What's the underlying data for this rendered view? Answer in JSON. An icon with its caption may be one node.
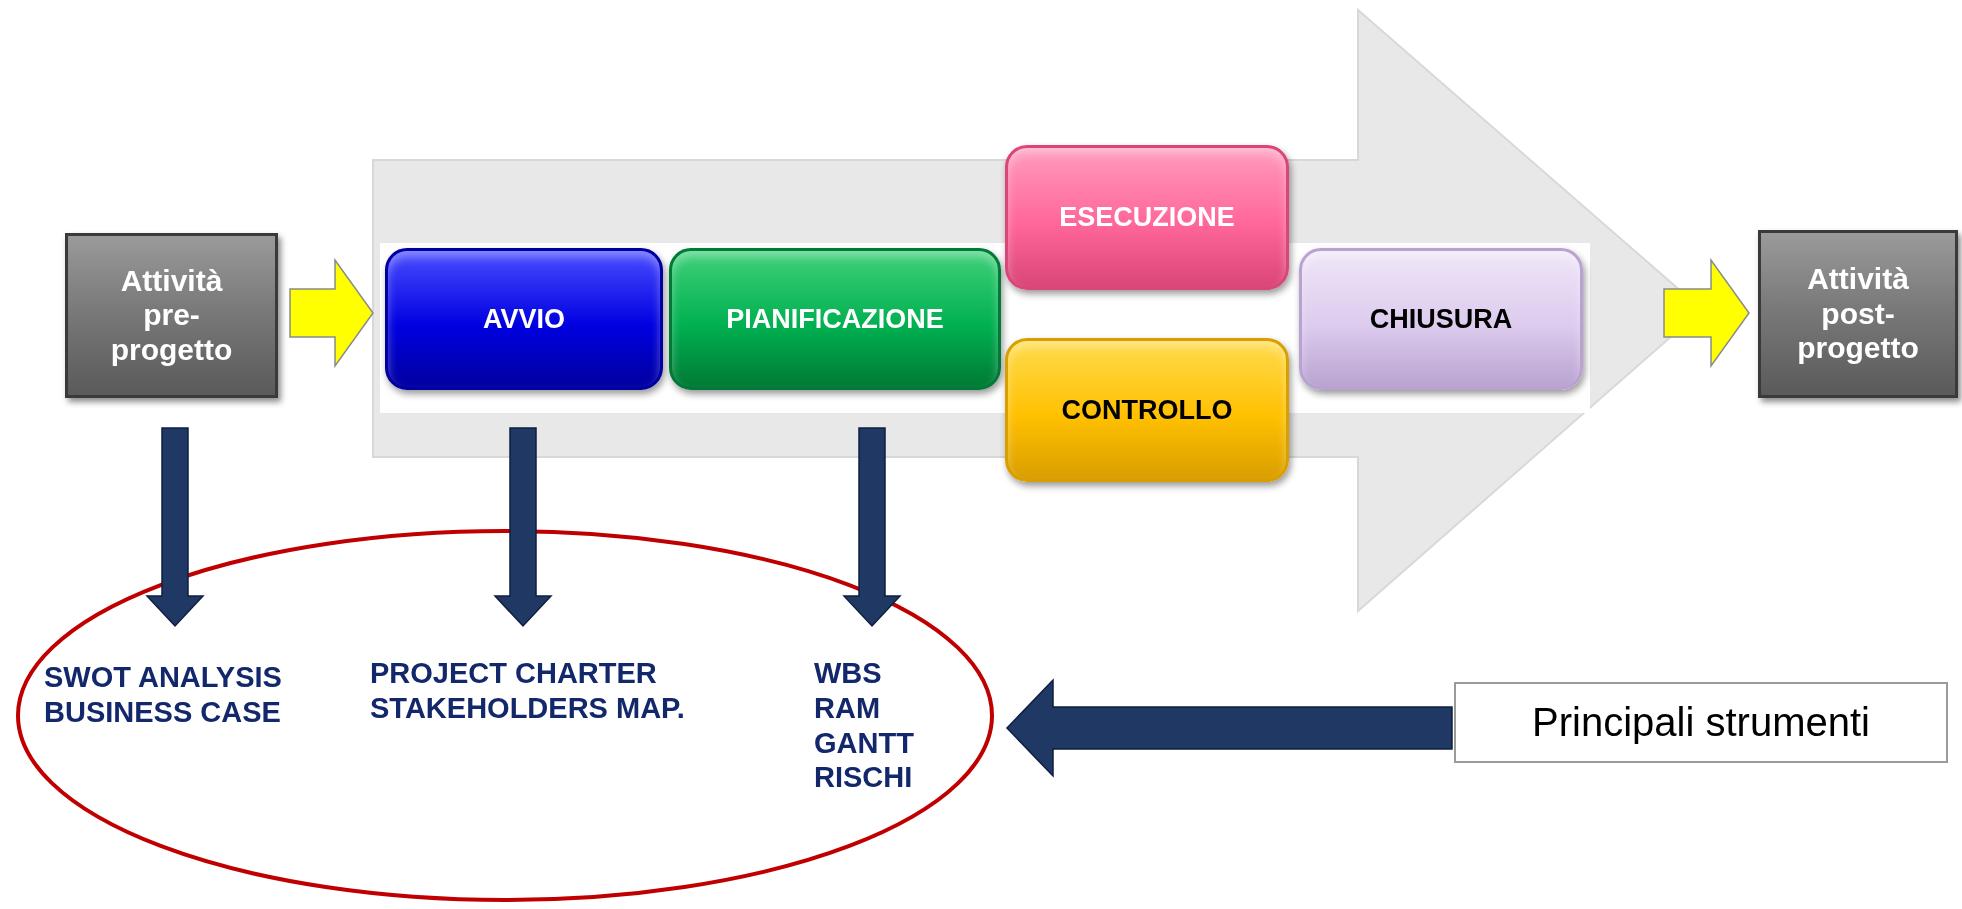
{
  "diagram": {
    "nodes": [
      {
        "text": [
          "Attività pre-progetto"
        ]
      },
      {
        "text": [],
        "shape": "arrow"
      },
      {
        "text": [
          "AVVIO"
        ],
        "in": 1
      },
      {
        "text": [
          "PIANIFICAZIONE"
        ],
        "in": 1
      },
      {
        "text": [
          "ESECUZIONE"
        ],
        "in": 1
      },
      {
        "text": [
          "CONTROLLO"
        ],
        "in": 1
      },
      {
        "text": [
          "CHIUSURA"
        ],
        "in": 1
      },
      {
        "text": [
          "Attività post-progetto"
        ]
      },
      {
        "text": [],
        "shape": "ellipse"
      },
      {
        "text": [
          "SWOT ANALYSIS",
          "BUSINESS CASE"
        ],
        "in": 8
      },
      {
        "text": [
          "PROJECT CHARTER",
          "STAKEHOLDERS MAP."
        ],
        "in": 8
      },
      {
        "text": [
          "WBS",
          "RAM",
          "GANTT",
          "RISCHI"
        ],
        "in": 8
      },
      {
        "text": [
          "Principali strumenti"
        ]
      }
    ],
    "edges": [
      {
        "from": 0,
        "to": 2,
        "arrow": "to",
        "color": "#ffff00"
      },
      {
        "from": 6,
        "to": 7,
        "arrow": "to",
        "color": "#ffff00"
      },
      {
        "from": 0,
        "to": 9,
        "arrow": "to"
      },
      {
        "from": 2,
        "to": 10,
        "arrow": "to"
      },
      {
        "from": 3,
        "to": 11,
        "arrow": "to"
      },
      {
        "from": 12,
        "to": 8,
        "arrow": "to"
      }
    ]
  }
}
